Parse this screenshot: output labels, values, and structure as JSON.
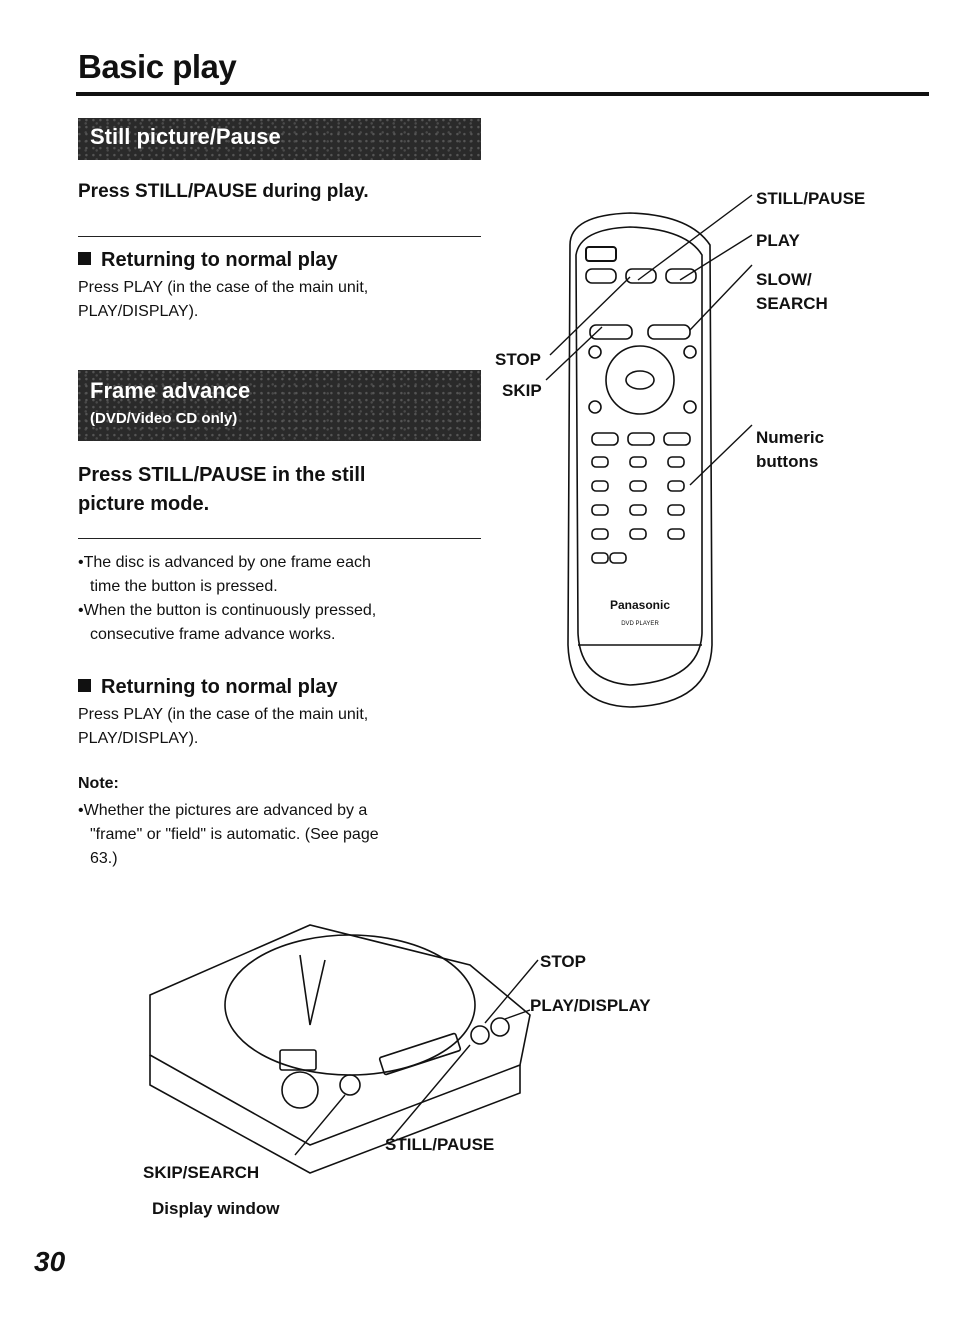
{
  "page_title": "Basic play",
  "still_section": {
    "banner": "Still picture/Pause",
    "instruction": "Press STILL/PAUSE during play.",
    "returning_heading": "Returning to normal play",
    "returning_text_1": "Press PLAY (in the case of the main unit,",
    "returning_text_2": "PLAY/DISPLAY)."
  },
  "frame_section": {
    "banner": "Frame advance",
    "banner_sub": "(DVD/Video CD only)",
    "instruction_1": "Press STILL/PAUSE in the still",
    "instruction_2": "picture mode.",
    "bullet_1a": "•The disc is advanced by one frame each",
    "bullet_1b": "time the button is pressed.",
    "bullet_2a": "•When the button is continuously pressed,",
    "bullet_2b": "consecutive frame advance works.",
    "returning_heading": "Returning to normal play",
    "returning_text_1": "Press PLAY (in the case of the main unit,",
    "returning_text_2": "PLAY/DISPLAY)."
  },
  "note": {
    "heading": "Note:",
    "line_1": "•Whether the pictures are advanced by a",
    "line_2": "\"frame\" or \"field\" is automatic. (See page",
    "line_3": "63.)"
  },
  "remote_labels": {
    "still_pause": "STILL/PAUSE",
    "play": "PLAY",
    "slow": "SLOW/",
    "search": "SEARCH",
    "stop": "STOP",
    "skip": "SKIP",
    "numeric": "Numeric",
    "buttons": "buttons",
    "brand": "Panasonic",
    "model": "DVD PLAYER"
  },
  "player_labels": {
    "stop": "STOP",
    "play_display": "PLAY/DISPLAY",
    "still_pause": "STILL/PAUSE",
    "skip_search": "SKIP/SEARCH",
    "display_window": "Display window"
  },
  "page_number": "30"
}
